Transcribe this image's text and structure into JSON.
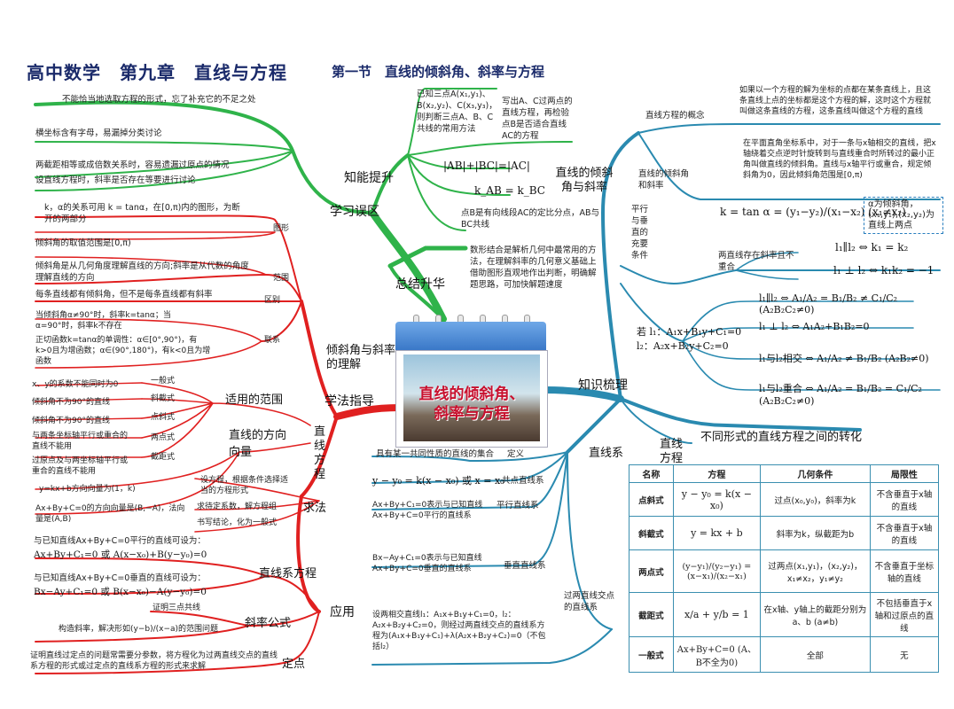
{
  "title": "高中数学　第九章　直线与方程",
  "subtitle": "第一节　直线的倾斜角、斜率与方程",
  "center": {
    "line1": "直线的倾斜角、",
    "line2": "斜率与方程"
  },
  "nodes": {
    "xuexi_wuqu": "学习误区",
    "zhineng_tisheng": "知能提升",
    "zongjie_shenghua": "总结升华",
    "xuefa_zhidao": "学法指导",
    "qingxiejiao_lijie": "倾斜角与斜率的理解",
    "zhixian_fangcheng": "直线方程",
    "qiufa": "求法",
    "yingyong": "应用",
    "zhishi_shuli": "知识梳理",
    "zhixianxi": "直线系",
    "qingxiejiao_xielv": "直线的倾斜角与斜率",
    "zhixian_fangcheng2": "直线方程"
  },
  "left_top": {
    "n1": "不能恰当地选取方程的形式，忘了补充它的不足之处",
    "n2": "横坐标含有字母，易漏掉分类讨论",
    "n3": "两截距相等或成倍数关系时，容易遗漏过原点的情况",
    "n4": "设直线方程时，斜率是否存在等要进行讨论"
  },
  "zhineng": {
    "a1": "已知三点A(x₁,y₁)、B(x₂,y₂)、C(x₃,y₃)，则判断三点A、B、C共线的常用方法",
    "a2": "写出A、C过两点的直线方程，再检验点B是否适合直线AC的方程",
    "f1": "|AB|+|BC|=|AC|",
    "f2": "k_AB = k_BC",
    "f3": "点B是有向线段AC的定比分点，AB与BC共线"
  },
  "zongjie": "数形结合是解析几何中最常用的方法，在理解斜率的几何意义基础上借助图形直观地作出判断，明确解题思路，可加快解题速度",
  "left_mid": {
    "k_rel": "k，α的关系可用 k = tanα，在[0,π)内的图形，为断开的两部分",
    "tuxing": "图形",
    "qucheng": "倾斜角的取值范围是[0,π)",
    "fanwei": "范围",
    "qufen_text": "倾斜角是从几何角度理解直线的方向;斜率是从代数的角度理解直线的方向",
    "meitiao": "每条直线都有倾斜角，但不是每条直线都有斜率",
    "qubie": "区别",
    "lianxi_text1": "当倾斜角α≠90°时，斜率k=tanα；当α=90°时，斜率k不存在",
    "lianxi_text2": "正切函数k=tanα的单调性：α∈[0°,90°)，有k>0且为增函数；α∈(90°,180°)，有k<0且为增函数",
    "lianxi": "联系"
  },
  "fanwei_block": {
    "shiyong": "适用的范围",
    "fangxiang": "直线的方向向量",
    "r1": "x、y的系数不能同时为0",
    "r1t": "一般式",
    "r2": "倾斜角不为90°的直线",
    "r2t": "斜截式",
    "r3": "倾斜角不为90°的直线",
    "r3t": "点斜式",
    "r4": "与两条坐标轴平行或重合的直线不能用",
    "r4t": "两点式",
    "r5": "过原点及与两坐标轴平行或重合的直线不能用",
    "r5t": "截距式",
    "v1": "y=kx+b方向向量为(1，k)",
    "v2": "Ax+By+C=0的方向向量是(B,−A)，法向量是(A,B)",
    "q1": "设方程，根据条件选择适当的方程形式",
    "q2": "求待定系数，解方程组",
    "q3": "书写结论，化为一般式"
  },
  "yingyong_block": {
    "p1": "与已知直线Ax+By+C=0平行的直线可设为：",
    "p1f": "Ax+By+C₁=0 或 A(x−x₀)+B(y−y₀)=0",
    "p2": "与已知直线Ax+By+C=0垂直的直线可设为：",
    "p2f": "Bx−Ay+C₁=0 或 B(x−x₀)−A(y−y₀)=0",
    "xifc": "直线系方程",
    "zhengming": "证明三点共线",
    "gouzao": "构造斜率，解决形如(y−b)/(x−a)的范围问题",
    "xielv": "斜率公式",
    "dingdian_text": "证明直线过定点的问题常需要分参数，将方程化为过两直线交点的直线系方程的形式或过定点的直线系方程的形式来求解",
    "dingdian": "定点"
  },
  "right_top": {
    "gainian": "直线方程的概念",
    "gainian_text": "如果以一个方程的解为坐标的点都在某条直线上，且这条直线上点的坐标都是这个方程的解，这时这个方程就叫做这条直线的方程，这条直线叫做这个方程的直线",
    "qxj": "直线的倾斜角和斜率",
    "qxj_text": "在平面直角坐标系中，对于一条与x轴相交的直线，把x轴绕着交点逆时针旋转到与直线重合时所转过的最小正角叫做直线的倾斜角。直线与x轴平行或重合，规定倾斜角为0，因此倾斜角范围是[0,π)",
    "kf": "k = tan α = (y₁−y₂)/(x₁−x₂) (x₁≠x₂)",
    "alpha_note": "α为倾斜角，(x₁,y₁),(x₂,y₂)为直线上两点",
    "pingxing": "平行与垂直的充要条件",
    "xielv_cunzai": "两直线存在斜率且不重合",
    "pf1": "l₁∥l₂ ⇔ k₁ = k₂",
    "pf2": "l₁ ⊥ l₂ ⇔ k₁k₂ = −1",
    "gf1": "l₁∥l₂ ⇔ A₁/A₂ = B₁/B₂ ≠ C₁/C₂ (A₂B₂C₂≠0)",
    "ruo1": "若 l₁：A₁x+B₁y+C₁=0",
    "ruo2": "l₂：A₂x+B₂y+C₂=0",
    "gf2": "l₁ ⊥ l₂ ⇔ A₁A₂+B₁B₂=0",
    "gf3": "l₁与l₂相交 ⇔ A₁/A₂ ≠ B₁/B₂ (A₂B₂≠0)",
    "gf4": "l₁与l₂重合 ⇔ A₁/A₂ = B₁/B₂ = C₁/C₂ (A₂B₂C₂≠0)",
    "butong": "不同形式的直线方程之间的转化"
  },
  "zhixianxi_block": {
    "dingyi_text": "具有某一共同性质的直线的集合",
    "dingyi": "定义",
    "gongdian_f": "y − y₀ = k(x − x₀) 或 x = x₀",
    "gongdian": "共点直线系",
    "px_text": "Ax+By+C₁=0表示与已知直线Ax+By+C=0平行的直线系",
    "px": "平行直线系",
    "cz_text": "Bx−Ay+C₁=0表示与已知直线Ax+By+C=0垂直的直线系",
    "cz": "垂直直线系",
    "jd_text": "设两相交直线l₁：A₁x+B₁y+C₁=0，l₂：A₂x+B₂y+C₂=0，则经过两直线交点的直线系方程为(A₁x+B₁y+C₁)+λ(A₂x+B₂y+C₂)=0（不包括l₂）",
    "jd": "过两直线交点的直线系"
  },
  "table": {
    "headers": [
      "名称",
      "方程",
      "几何条件",
      "局限性"
    ],
    "rows": [
      [
        "点斜式",
        "y − y₀ = k(x − x₀)",
        "过点(x₀,y₀)，斜率为k",
        "不含垂直于x轴的直线"
      ],
      [
        "斜截式",
        "y = kx + b",
        "斜率为k，纵截距为b",
        "不含垂直于x轴的直线"
      ],
      [
        "两点式",
        "(y−y₁)/(y₂−y₁) = (x−x₁)/(x₂−x₁)",
        "过两点(x₁,y₁)，(x₂,y₂)，x₁≠x₂，y₁≠y₂",
        "不含垂直于坐标轴的直线"
      ],
      [
        "截距式",
        "x/a + y/b = 1",
        "在x轴、y轴上的截距分别为a、b (a≠b)",
        "不包括垂直于x轴和过原点的直线"
      ],
      [
        "一般式",
        "Ax+By+C=0 (A、B不全为0)",
        "全部",
        "无"
      ]
    ]
  },
  "colors": {
    "green": "#2fb34a",
    "red": "#e02020",
    "blue": "#2a8ab0",
    "title": "#1a2a6a"
  }
}
